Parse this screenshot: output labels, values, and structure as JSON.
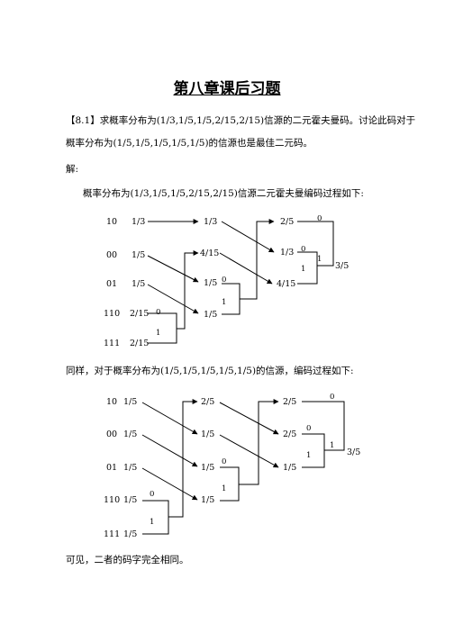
{
  "title": "第八章课后习题",
  "problem_line1": "【8.1】求概率分布为(1/3,1/5,1/5,2/15,2/15)信源的二元霍夫曼码。讨论此码对于",
  "problem_line2": "概率分布为(1/5,1/5,1/5,1/5,1/5)的信源也是最佳二元码。",
  "solution_label": "解:",
  "intro1": "概率分布为(1/3,1/5,1/5,2/15,2/15)信源二元霍夫曼编码过程如下:",
  "intro2": "同样，对于概率分布为(1/5,1/5,1/5,1/5,1/5)的信源，编码过程如下:",
  "conclusion": "可见，二者的码字完全相同。",
  "diagram1": {
    "codes": [
      "10",
      "00",
      "01",
      "110",
      "111"
    ],
    "stage1": [
      "1/3",
      "1/5",
      "1/5",
      "2/15",
      "2/15"
    ],
    "stage2": [
      "1/3",
      "4/15",
      "1/5",
      "1/5"
    ],
    "stage3": [
      "2/5",
      "1/3",
      "4/15"
    ],
    "bits": [
      "0",
      "1",
      "0",
      "1",
      "0",
      "1",
      "0",
      "1"
    ],
    "result": "3/5"
  },
  "diagram2": {
    "codes": [
      "10",
      "00",
      "01",
      "110",
      "111"
    ],
    "stage1": [
      "1/5",
      "1/5",
      "1/5",
      "1/5",
      "1/5"
    ],
    "stage2": [
      "2/5",
      "1/5",
      "1/5",
      "1/5"
    ],
    "stage3": [
      "2/5",
      "2/5",
      "1/5"
    ],
    "bits": [
      "0",
      "1",
      "0",
      "1",
      "0",
      "1",
      "0",
      "1"
    ],
    "result": "3/5"
  }
}
